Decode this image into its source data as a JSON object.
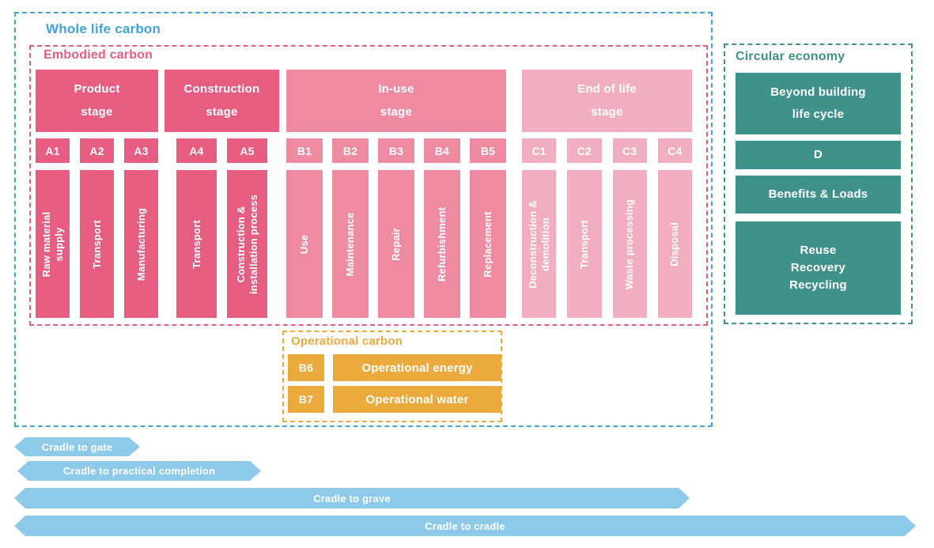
{
  "colors": {
    "blue": "#41a3dc",
    "dark_pink": "#e75d81",
    "medium_pink": "#ee8ba2",
    "light_pink": "#f2aec1",
    "teal": "#3f928a",
    "orange": "#ecaa3d",
    "light_blue": "#8dcae9"
  },
  "whole_life": {
    "label": "Whole life carbon"
  },
  "embodied": {
    "label": "Embodied carbon"
  },
  "stages": [
    {
      "title": "Product\nstage",
      "modules": [
        {
          "code": "A1",
          "label": "Raw material\nsupply"
        },
        {
          "code": "A2",
          "label": "Transport"
        },
        {
          "code": "A3",
          "label": "Manufacturing"
        }
      ]
    },
    {
      "title": "Construction\nstage",
      "modules": [
        {
          "code": "A4",
          "label": "Transport"
        },
        {
          "code": "A5",
          "label": "Construction &\ninstallation process"
        }
      ]
    },
    {
      "title": "In-use\nstage",
      "modules": [
        {
          "code": "B1",
          "label": "Use"
        },
        {
          "code": "B2",
          "label": "Maintenance"
        },
        {
          "code": "B3",
          "label": "Repair"
        },
        {
          "code": "B4",
          "label": "Refurbishment"
        },
        {
          "code": "B5",
          "label": "Replacement"
        }
      ]
    },
    {
      "title": "End of life\nstage",
      "modules": [
        {
          "code": "C1",
          "label": "Deconstruction &\ndemolition"
        },
        {
          "code": "C2",
          "label": "Transport"
        },
        {
          "code": "C3",
          "label": "Waste processing"
        },
        {
          "code": "C4",
          "label": "Disposal"
        }
      ]
    }
  ],
  "circular": {
    "label": "Circular economy",
    "blocks": [
      {
        "label": "Beyond building\nlife cycle"
      },
      {
        "label": "D"
      },
      {
        "label": "Benefits & Loads"
      },
      {
        "label": "Reuse\nRecovery\nRecycling"
      }
    ]
  },
  "operational": {
    "label": "Operational carbon",
    "rows": [
      {
        "code": "B6",
        "label": "Operational energy"
      },
      {
        "code": "B7",
        "label": "Operational water"
      }
    ]
  },
  "arrows": [
    {
      "label": "Cradle to gate"
    },
    {
      "label": "Cradle to practical completion"
    },
    {
      "label": "Cradle to grave"
    },
    {
      "label": "Cradle to cradle"
    }
  ]
}
